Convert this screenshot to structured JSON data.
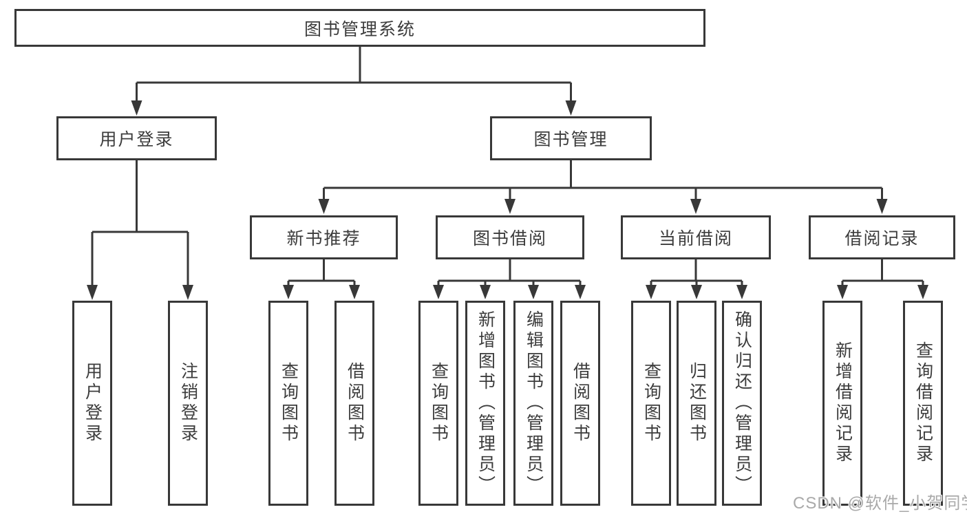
{
  "diagram": {
    "root": {
      "label": "图书管理系统"
    },
    "user_branch": {
      "label": "用户登录",
      "children": [
        {
          "label": "用户登录"
        },
        {
          "label": "注销登录"
        }
      ]
    },
    "book_branch": {
      "label": "图书管理",
      "sections": [
        {
          "label": "新书推荐",
          "children": [
            {
              "label": "查询图书"
            },
            {
              "label": "借阅图书"
            }
          ]
        },
        {
          "label": "图书借阅",
          "children": [
            {
              "label": "查询图书"
            },
            {
              "label": "新增图书（管理员）"
            },
            {
              "label": "编辑图书（管理员）"
            },
            {
              "label": "借阅图书"
            }
          ]
        },
        {
          "label": "当前借阅",
          "children": [
            {
              "label": "查询图书"
            },
            {
              "label": "归还图书"
            },
            {
              "label": "确认归还（管理员）"
            }
          ]
        },
        {
          "label": "借阅记录",
          "children": [
            {
              "label": "新增借阅记录"
            },
            {
              "label": "查询借阅记录"
            }
          ]
        }
      ]
    },
    "colors": {
      "line": "#383838",
      "text": "#3c3c3c",
      "background": "#ffffff",
      "watermark": "#a9a9a9"
    }
  },
  "watermark": {
    "text": "CSDN @软件_小贺同学"
  }
}
